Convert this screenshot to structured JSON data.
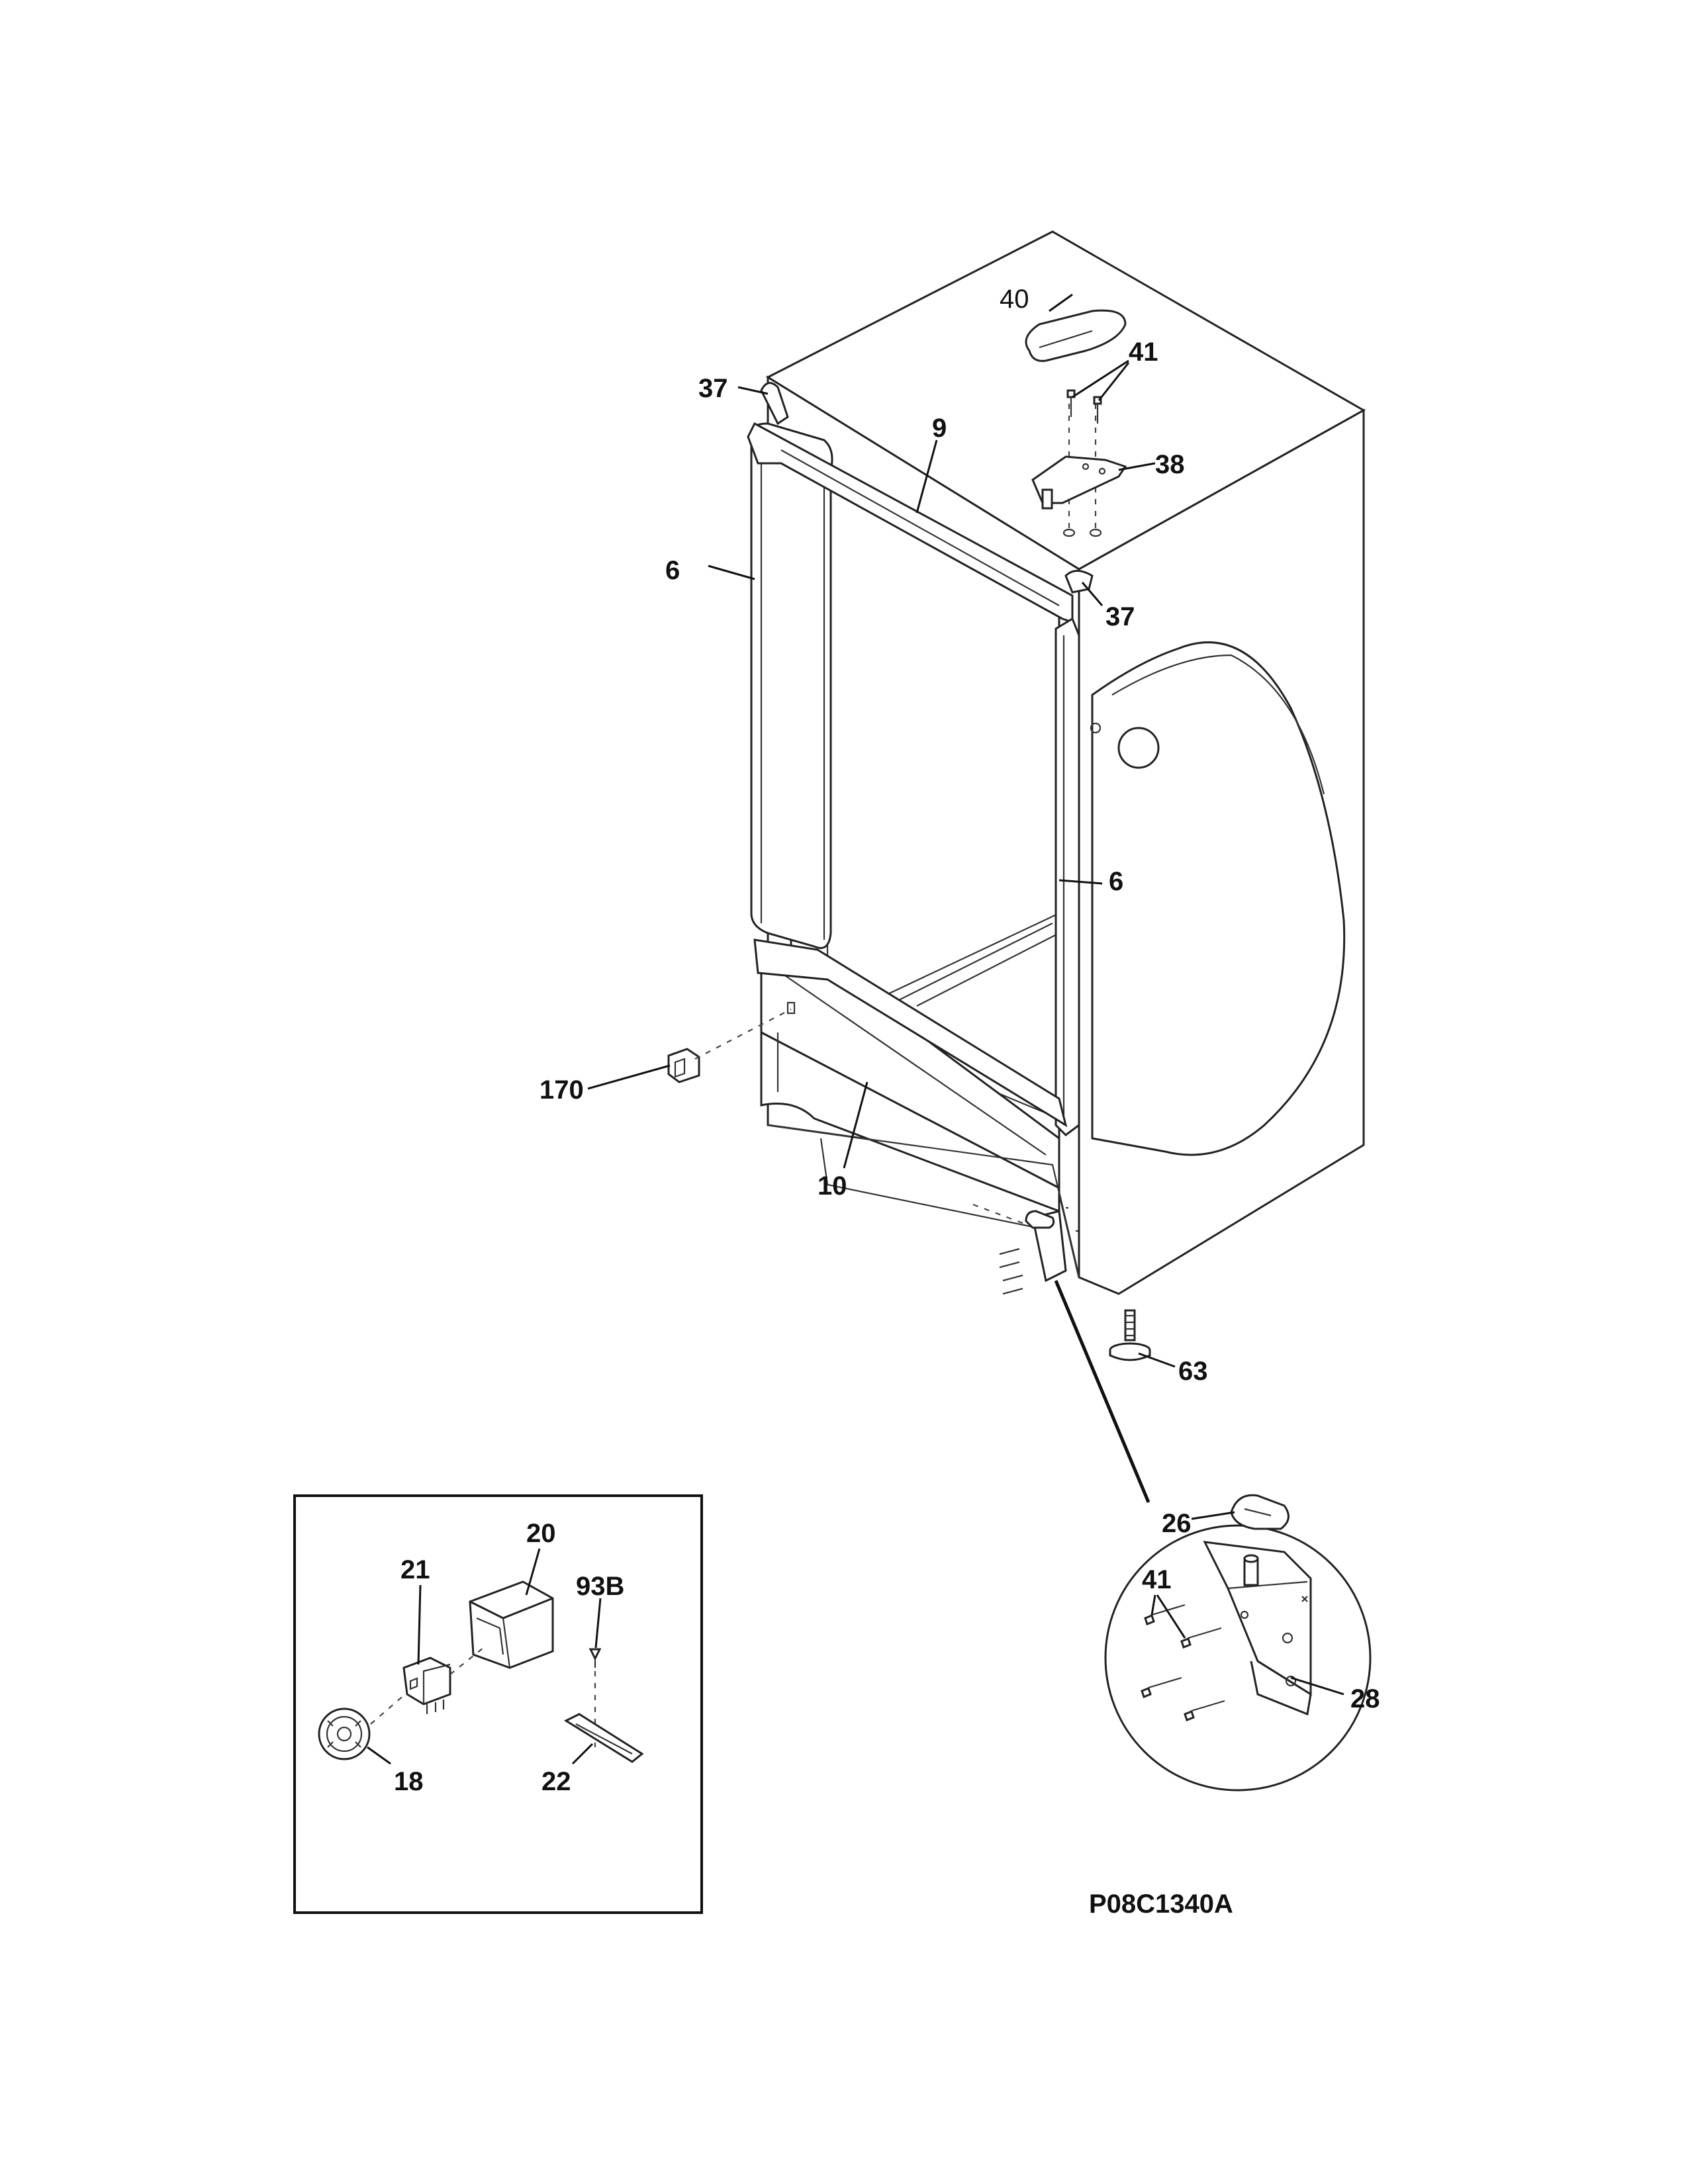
{
  "diagram": {
    "drawing_code": "P08C1340A",
    "callouts": {
      "c40": "40",
      "c41_top": "41",
      "c37_left": "37",
      "c9": "9",
      "c38": "38",
      "c6_left": "6",
      "c37_right": "37",
      "c6_right": "6",
      "c170": "170",
      "c10": "10",
      "c63": "63",
      "c20": "20",
      "c21": "21",
      "c93b": "93B",
      "c18": "18",
      "c22": "22",
      "c26": "26",
      "c41_detail": "41",
      "c28": "28"
    }
  }
}
